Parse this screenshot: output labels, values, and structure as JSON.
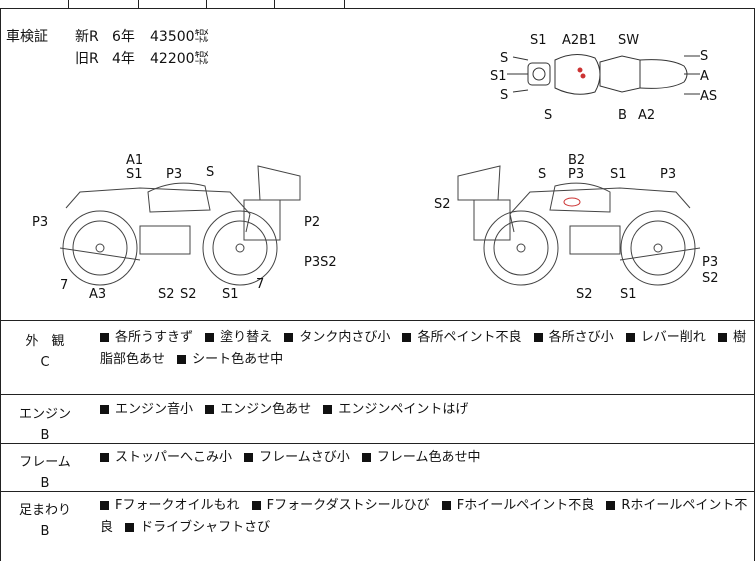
{
  "registration": {
    "label": "車検証",
    "rows": [
      {
        "type": "新R",
        "year": "6年",
        "km": "43500㌖"
      },
      {
        "type": "旧R",
        "year": "4年",
        "km": "42200㌖"
      }
    ]
  },
  "top_view_labels": [
    "S1",
    "A2B1",
    "SW",
    "S",
    "S1",
    "S",
    "S",
    "B",
    "A2",
    "S",
    "A",
    "AS"
  ],
  "left_side_labels": [
    "A1",
    "S1",
    "P3",
    "S",
    "P3",
    "P2",
    "P3S2",
    "7",
    "A3",
    "S2",
    "S2",
    "S1",
    "7"
  ],
  "right_side_labels": [
    "B2",
    "S",
    "P3",
    "S1",
    "P3",
    "S2",
    "P3",
    "S2",
    "S2",
    "S1"
  ],
  "sections": [
    {
      "category": "外　観",
      "grade": "C",
      "items": [
        "各所うすきず",
        "塗り替え",
        "タンク内さび小",
        "各所ペイント不良",
        "各所さび小",
        "レバー削れ",
        "樹脂部色あせ",
        "シート色あせ中"
      ]
    },
    {
      "category": "エンジン",
      "grade": "B",
      "items": [
        "エンジン音小",
        "エンジン色あせ",
        "エンジンペイントはげ"
      ]
    },
    {
      "category": "フレーム",
      "grade": "B",
      "items": [
        "ストッパーへこみ小",
        "フレームさび小",
        "フレーム色あせ中"
      ]
    },
    {
      "category": "足まわり",
      "grade": "B",
      "items": [
        "Fフォークオイルもれ",
        "Fフォークダストシールひび",
        "Fホイールペイント不良",
        "Rホイールペイント不良",
        "ドライブシャフトさび"
      ]
    }
  ]
}
